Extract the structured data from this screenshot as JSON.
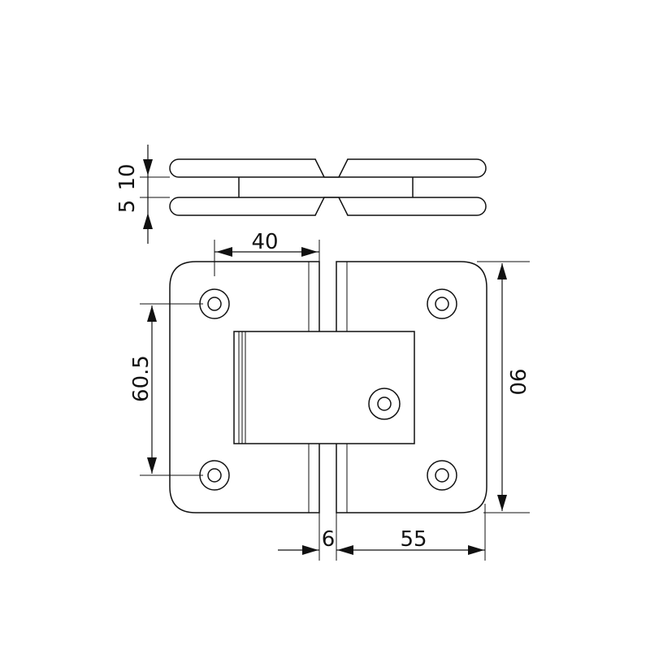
{
  "diagram": {
    "type": "technical-drawing",
    "subject": "glass door hinge",
    "views": [
      "top-view",
      "front-view"
    ],
    "line_color": "#111111",
    "background": "#ffffff"
  },
  "dimensions": {
    "top_thickness_upper": "10",
    "top_thickness_lower": "5",
    "width_left": "40",
    "height_holes": "60.5",
    "height_total": "90",
    "gap": "6",
    "width_right": "55"
  }
}
